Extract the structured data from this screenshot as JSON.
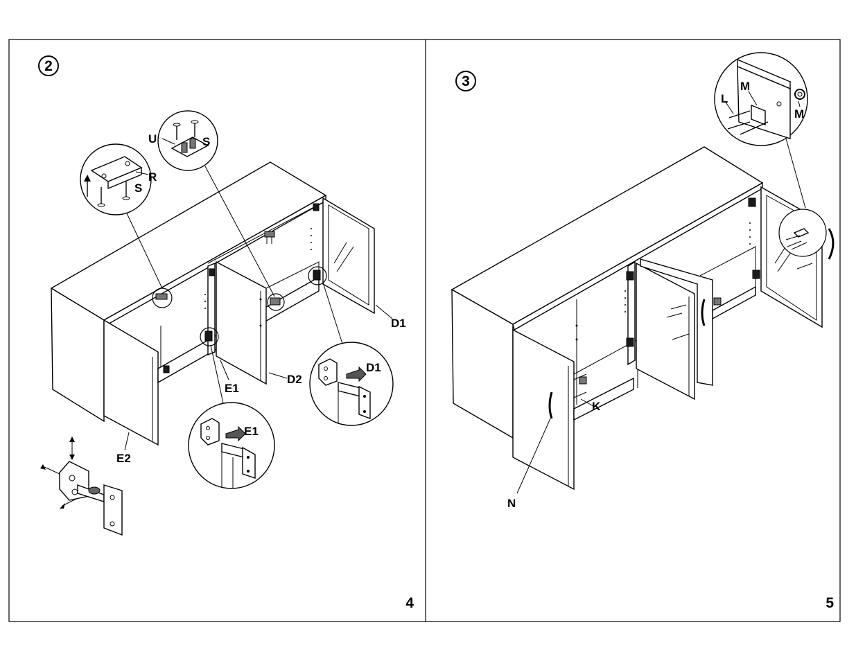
{
  "panels": [
    {
      "step": "2",
      "page_number": "4",
      "labels": {
        "u": "U",
        "s_top": "S",
        "r": "R",
        "s_left": "S",
        "d1_door": "D1",
        "d1_detail": "D1",
        "d2": "D2",
        "e1_door": "E1",
        "e1_detail": "E1",
        "e2": "E2"
      }
    },
    {
      "step": "3",
      "page_number": "5",
      "labels": {
        "l": "L",
        "m_top": "M",
        "m_right": "M",
        "k": "K",
        "n": "N"
      }
    }
  ]
}
